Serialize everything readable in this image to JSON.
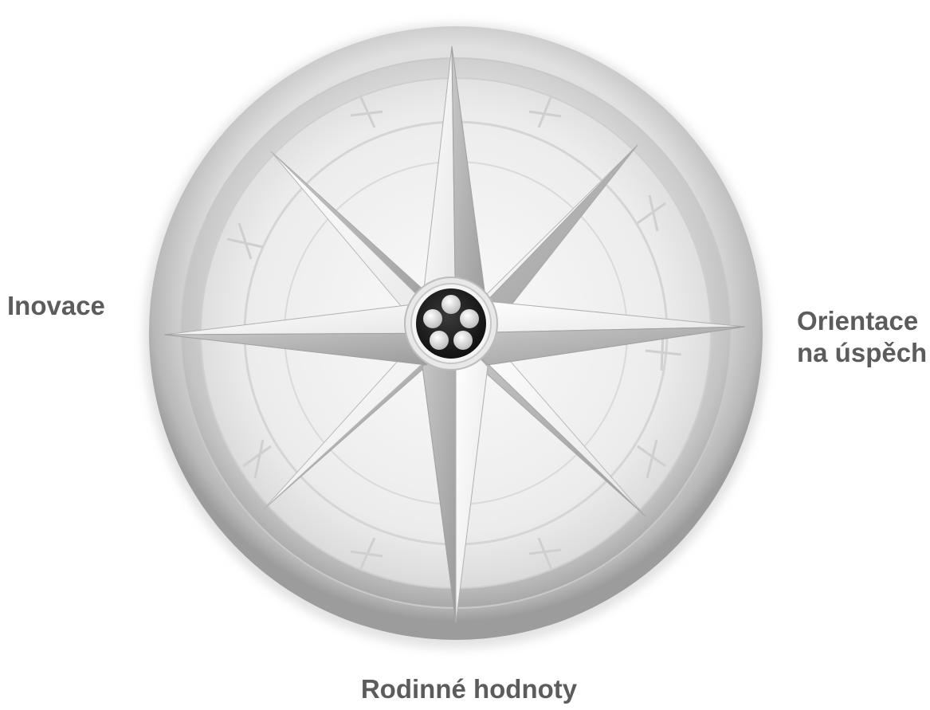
{
  "labels": {
    "west": "Inovace",
    "east_line1": "Orientace",
    "east_line2": "na úspěch",
    "south": "Rodinné hodnoty"
  },
  "colors": {
    "label_text": "#5c5c5c",
    "background": "#ffffff"
  },
  "icons": {
    "compass": "compass-rose-icon",
    "center_hub": "five-dot-hub-icon"
  }
}
